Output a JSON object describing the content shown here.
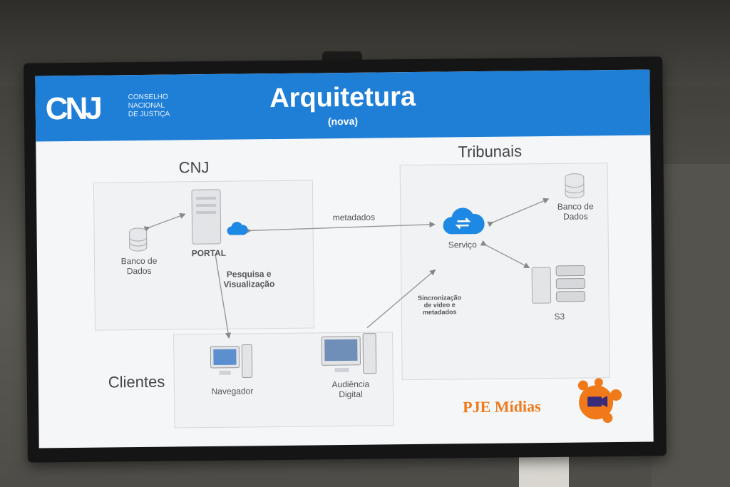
{
  "slide": {
    "org_logo": "CNJ",
    "org_name": [
      "CONSELHO",
      "NACIONAL",
      "DE JUSTIÇA"
    ],
    "title": "Arquitetura",
    "subtitle": "(nova)",
    "sections": {
      "cnj": "CNJ",
      "tribunais": "Tribunais",
      "clientes": "Clientes"
    },
    "nodes": {
      "banco_cnj": [
        "Banco de",
        "Dados"
      ],
      "portal": "PORTAL",
      "servico": "Serviço",
      "banco_trib": [
        "Banco de",
        "Dados"
      ],
      "s3": "S3",
      "navegador": "Navegador",
      "audiencia": [
        "Audiência",
        "Digital"
      ]
    },
    "edges": {
      "metadados": "metadados",
      "pesquisa": [
        "Pesquisa e",
        "Visualização"
      ],
      "sincronizacao": [
        "Sincronização",
        "de vídeo e",
        "metadados"
      ]
    },
    "brand": "PJE Mídias",
    "colors": {
      "header_blue": "#1f7fd6",
      "cloud_blue": "#1e88e5",
      "brand_orange": "#f07a1a"
    }
  }
}
